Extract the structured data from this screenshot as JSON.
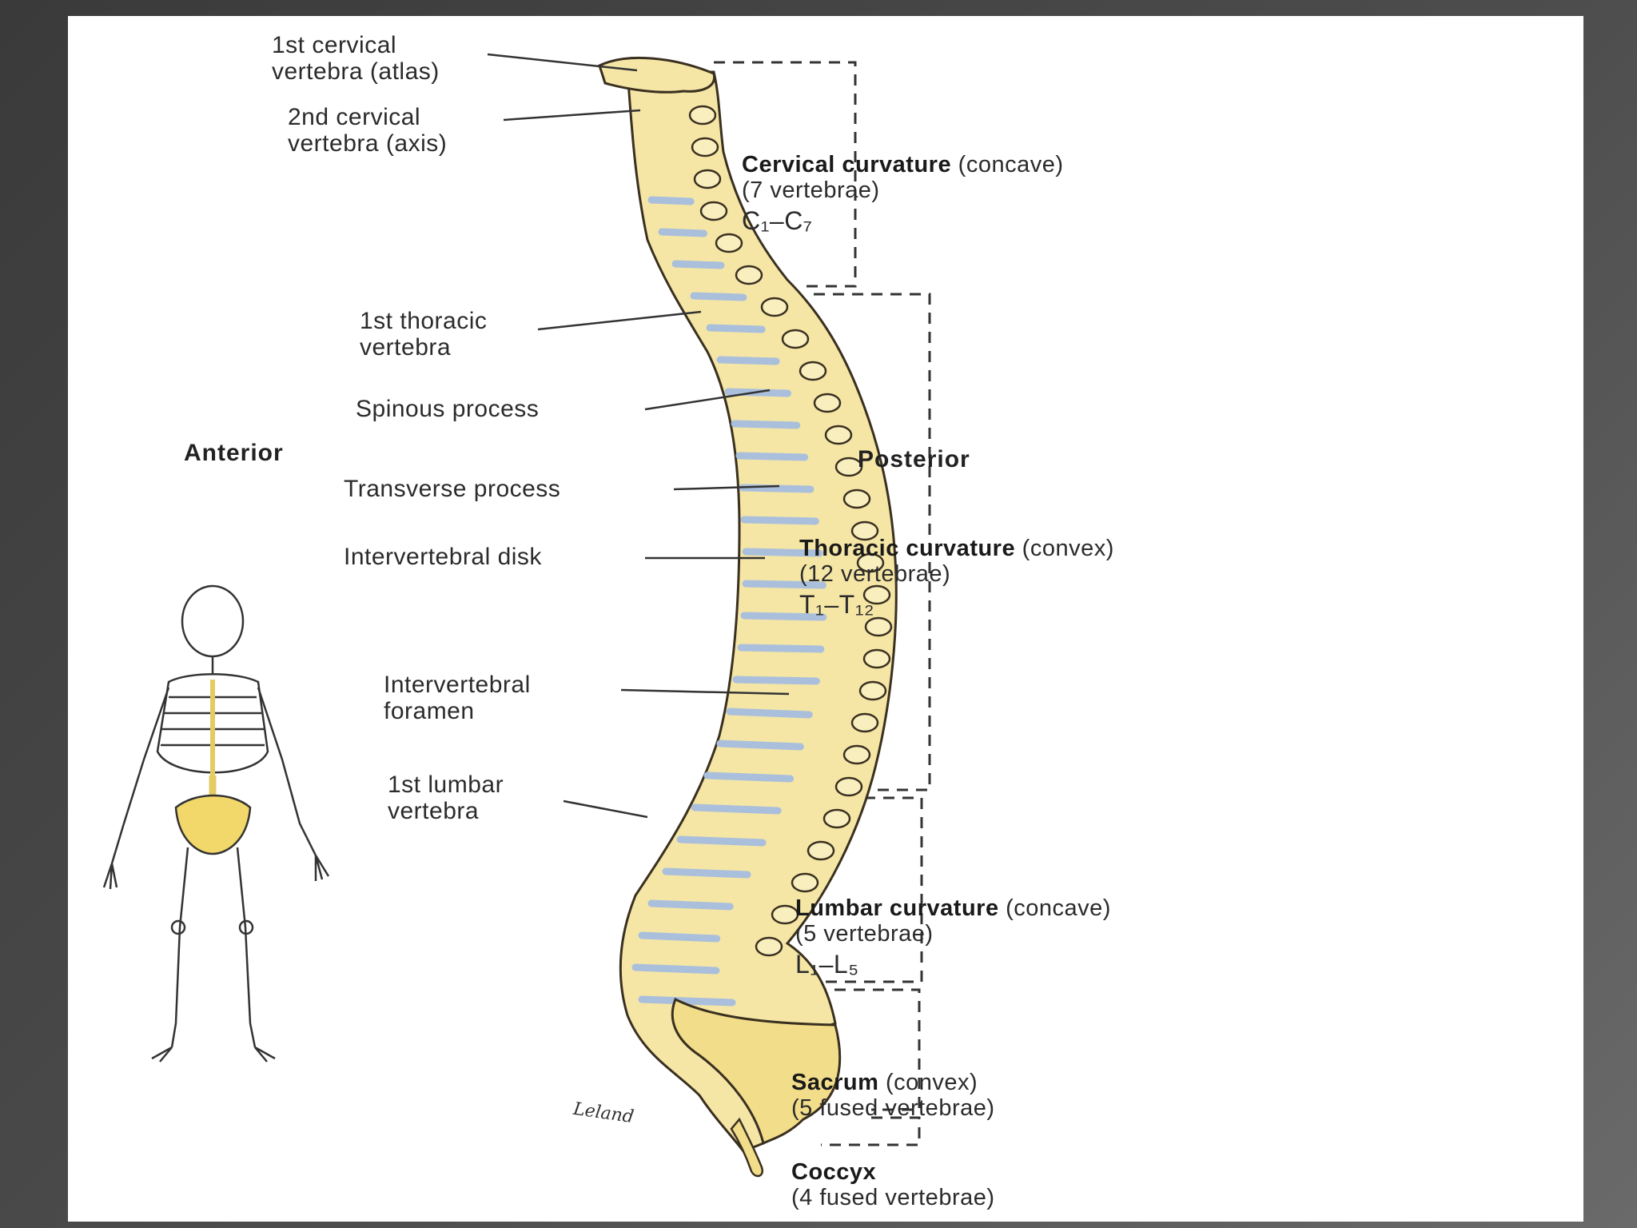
{
  "labels": {
    "c1": [
      "1st cervical",
      "vertebra (atlas)"
    ],
    "c2": [
      "2nd cervical",
      "vertebra (axis)"
    ],
    "t1": [
      "1st thoracic",
      "vertebra"
    ],
    "spinous": [
      "Spinous process"
    ],
    "transverse": [
      "Transverse process"
    ],
    "disk": [
      "Intervertebral disk"
    ],
    "foramen": [
      "Intervertebral",
      "foramen"
    ],
    "l1": [
      "1st lumbar",
      "vertebra"
    ]
  },
  "orientation": {
    "anterior": "Anterior",
    "posterior": "Posterior"
  },
  "sections": {
    "cervical": {
      "title": "Cervical curvature",
      "qualifier": "(concave)",
      "count": "(7 vertebrae)",
      "range": "C₁–C₇"
    },
    "thoracic": {
      "title": "Thoracic curvature",
      "qualifier": "(convex)",
      "count": "(12 vertebrae)",
      "range": "T₁–T₁₂"
    },
    "lumbar": {
      "title": "Lumbar curvature",
      "qualifier": "(concave)",
      "count": "(5 vertebrae)",
      "range": "L₁–L₅"
    },
    "sacrum": {
      "title": "Sacrum",
      "qualifier": "(convex)",
      "count": "(5 fused vertebrae)"
    },
    "coccyx": {
      "title": "Coccyx",
      "qualifier": "",
      "count": "(4 fused vertebrae)"
    }
  },
  "signature": "Leland",
  "colors": {
    "bone": "#f5e6a6",
    "bone_outline": "#3a3020",
    "disk": "#a9bfdc",
    "highlight": "#f2d86a"
  }
}
